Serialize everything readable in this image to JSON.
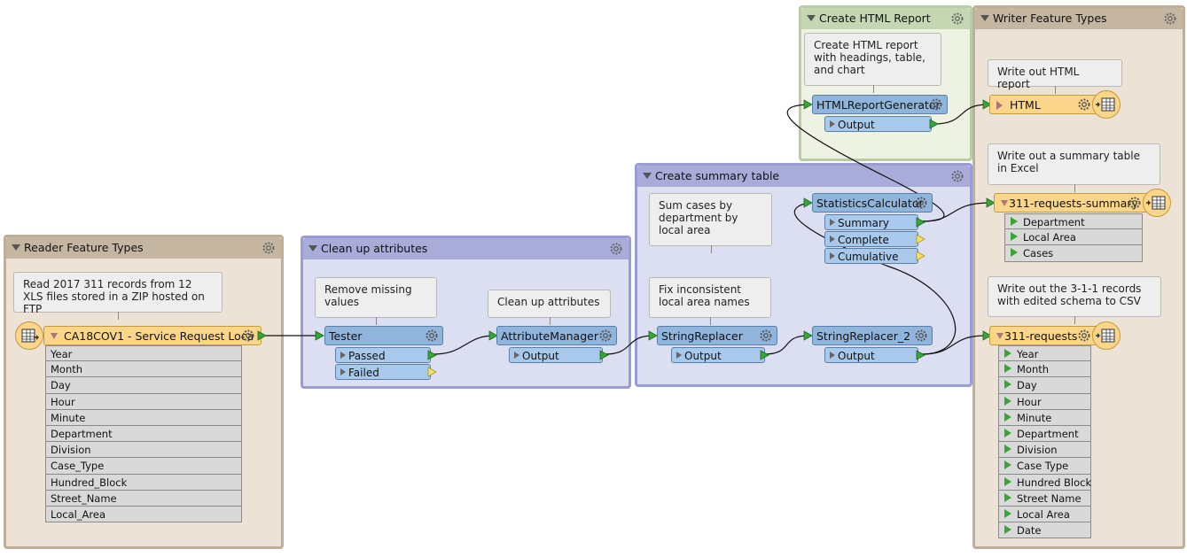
{
  "bookmarks": {
    "reader": {
      "title": "Reader Feature Types",
      "color": "#c5b6a2"
    },
    "clean": {
      "title": "Clean up attributes",
      "color": "#a9abd9"
    },
    "summary": {
      "title": "Create summary table",
      "color": "#a9abd9"
    },
    "html": {
      "title": "Create HTML Report",
      "color": "#c5d6b3"
    },
    "writer": {
      "title": "Writer Feature Types",
      "color": "#c5b6a2"
    }
  },
  "annotations": {
    "reader": "Read 2017 311 records from 12 XLS files stored in a ZIP hosted on FTP",
    "tester": "Remove missing values",
    "attrmgr": "Clean up attributes",
    "stats": "Sum cases by department by local area",
    "replacer": "Fix inconsistent local area names",
    "html": "Create HTML report with headings, table, and chart",
    "write_html": "Write out HTML report",
    "write_summary": "Write out a summary table in Excel",
    "write_csv": "Write out the 3-1-1 records with edited schema to CSV"
  },
  "reader_feature": {
    "name": "CA18COV1 - Service Request Loca",
    "attributes": [
      "Year",
      "Month",
      "Day",
      "Hour",
      "Minute",
      "Department",
      "Division",
      "Case_Type",
      "Hundred_Block",
      "Street_Name",
      "Local_Area"
    ]
  },
  "transformers": {
    "tester": {
      "name": "Tester",
      "ports": [
        "Passed",
        "Failed"
      ]
    },
    "attrmgr": {
      "name": "AttributeManager",
      "ports": [
        "Output"
      ]
    },
    "replacer1": {
      "name": "StringReplacer",
      "ports": [
        "Output"
      ]
    },
    "replacer2": {
      "name": "StringReplacer_2",
      "ports": [
        "Output"
      ]
    },
    "stats": {
      "name": "StatisticsCalculator",
      "ports": [
        "Summary",
        "Complete",
        "Cumulative"
      ]
    },
    "htmlgen": {
      "name": "HTMLReportGenerator",
      "ports": [
        "Output"
      ]
    }
  },
  "writers": {
    "html": {
      "name": "HTML"
    },
    "summary": {
      "name": "311-requests-summary",
      "attributes": [
        "Department",
        "Local Area",
        "Cases"
      ]
    },
    "requests": {
      "name": "311-requests",
      "attributes": [
        "Year",
        "Month",
        "Day",
        "Hour",
        "Minute",
        "Department",
        "Division",
        "Case Type",
        "Hundred Block",
        "Street Name",
        "Local Area",
        "Date"
      ]
    }
  },
  "icons": {
    "gear": "gear-icon",
    "table": "table-icon"
  }
}
